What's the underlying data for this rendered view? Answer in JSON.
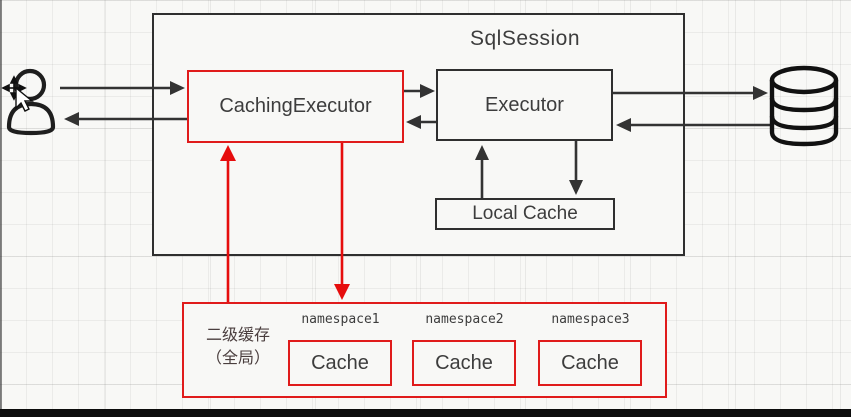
{
  "diagram": {
    "session": {
      "title": "SqlSession"
    },
    "caching_executor": {
      "label": "CachingExecutor"
    },
    "executor": {
      "label": "Executor"
    },
    "local_cache": {
      "label": "Local Cache"
    },
    "second_level_cache": {
      "label_line1": "二级缓存",
      "label_line2": "（全局）",
      "namespaces": [
        {
          "name": "namespace1",
          "cache_label": "Cache"
        },
        {
          "name": "namespace2",
          "cache_label": "Cache"
        },
        {
          "name": "namespace3",
          "cache_label": "Cache"
        }
      ]
    },
    "icons": {
      "left": "user-icon",
      "right": "database-icon",
      "cursor": "move-cursor-icon"
    },
    "colors": {
      "accent_red": "#e01b1b",
      "arrow_red": "#e60d0d",
      "line_black": "#333333",
      "text": "#3d3d3d"
    }
  }
}
